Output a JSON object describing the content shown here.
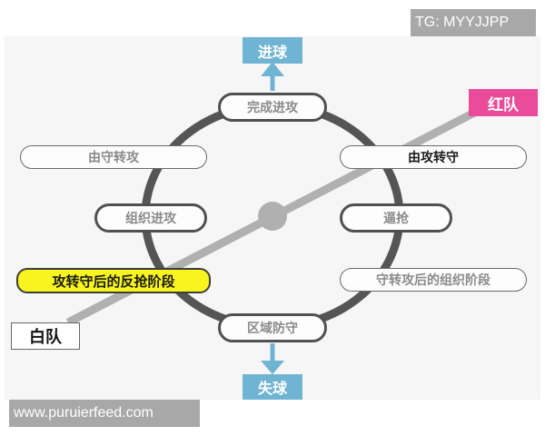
{
  "watermarks": {
    "top_right": "TG: MYYJJPP",
    "bottom_left": "www.puruierfeed.com"
  },
  "outcomes": {
    "goal_scored": "进球",
    "goal_conceded": "失球"
  },
  "teams": {
    "red": "红队",
    "white": "白队"
  },
  "phases": {
    "top": "完成进攻",
    "bottom": "区域防守",
    "left_upper": "由守转攻",
    "left_middle": "组织进攻",
    "left_lower": "攻转守后的反抢阶段",
    "right_upper": "由攻转守",
    "right_middle": "逼抢",
    "right_lower": "守转攻后的组织阶段"
  },
  "colors": {
    "goal_blue": "#6fb4d2",
    "red_team": "#ea4b9a",
    "highlight_yellow": "#f7f41e",
    "ring": "#505050",
    "team_line": "#b0b0b0"
  }
}
